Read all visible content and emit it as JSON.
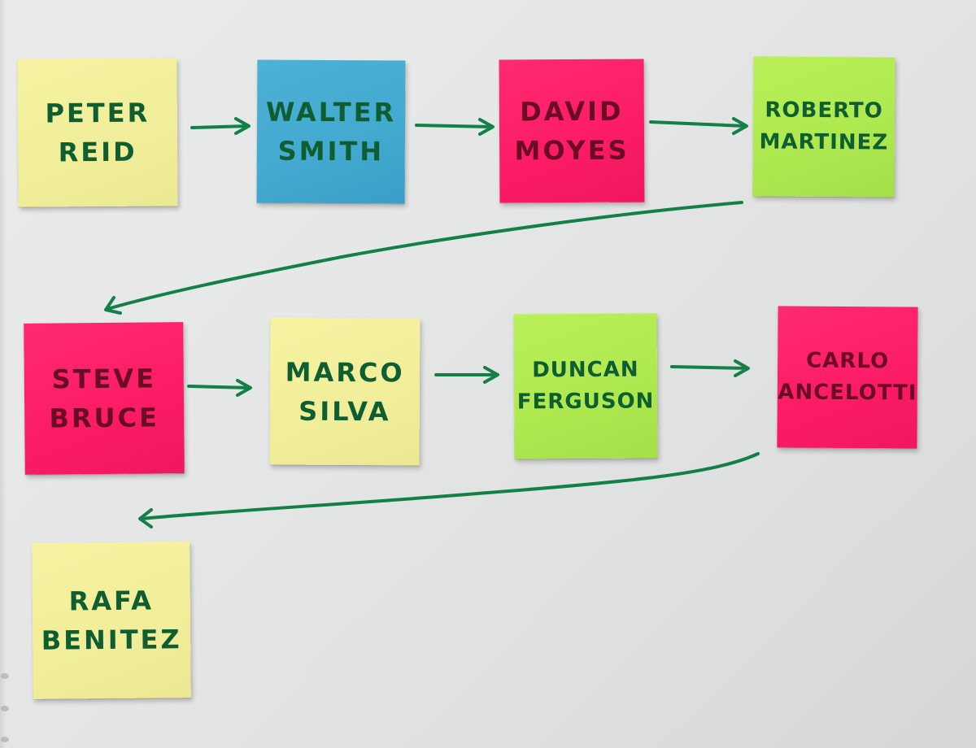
{
  "notes": [
    {
      "id": "peter-reid",
      "line1": "PETER",
      "line2": "REID",
      "color": "#f3f0a0"
    },
    {
      "id": "walter-smith",
      "line1": "WALTER",
      "line2": "SMITH",
      "color": "#44aad0"
    },
    {
      "id": "david-moyes",
      "line1": "DAVID",
      "line2": "MOYES",
      "color": "#fb1d69"
    },
    {
      "id": "roberto-martinez",
      "line1": "ROBERTO",
      "line2": "MARTINEZ",
      "color": "#b1eb52"
    },
    {
      "id": "steve-bruce",
      "line1": "STEVE",
      "line2": "BRUCE",
      "color": "#fb1d69"
    },
    {
      "id": "marco-silva",
      "line1": "MARCO",
      "line2": "SILVA",
      "color": "#f3f0a0"
    },
    {
      "id": "duncan-ferguson",
      "line1": "DUNCAN",
      "line2": "FERGUSON",
      "color": "#b1eb52"
    },
    {
      "id": "carlo-ancelotti",
      "line1": "CARLO",
      "line2": "ANCELOTTI",
      "color": "#fb1d69"
    },
    {
      "id": "rafa-benitez",
      "line1": "RAFA",
      "line2": "BENITEZ",
      "color": "#f3f0a0"
    }
  ],
  "ink_color": "#13804a",
  "board_color": "#e6e7e7"
}
